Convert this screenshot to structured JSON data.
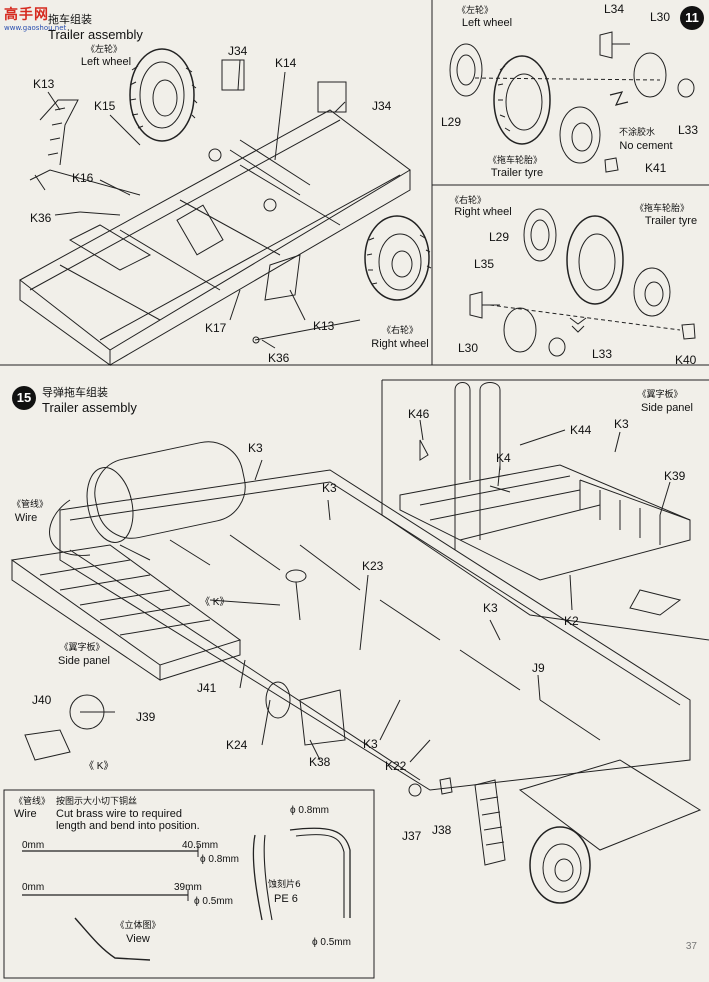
{
  "watermark": {
    "brand": "高手网",
    "url": "www.gaoshou.net"
  },
  "page_number": "37",
  "step14": {
    "title_cn": "拖车组装",
    "title_en": "Trailer assembly",
    "left_wheel_cn": "《左轮》",
    "left_wheel_en": "Left wheel",
    "right_wheel_cn": "《右轮》",
    "right_wheel_en": "Right wheel",
    "parts": {
      "k13a": "K13",
      "k15": "K15",
      "k16": "K16",
      "k36a": "K36",
      "j34a": "J34",
      "k14": "K14",
      "j34b": "J34",
      "k17": "K17",
      "k13b": "K13",
      "k36b": "K36"
    }
  },
  "step11": {
    "number": "11",
    "left_wheel_cn": "《左轮》",
    "left_wheel_en": "Left wheel",
    "tyre_cn": "《拖车轮胎》",
    "tyre_en": "Trailer tyre",
    "no_cement_cn": "不涂胶水",
    "no_cement_en": "No cement",
    "parts": {
      "l34": "L34",
      "l30": "L30",
      "l29": "L29",
      "l33": "L33",
      "k41": "K41"
    }
  },
  "step12": {
    "right_wheel_cn": "《右轮》",
    "right_wheel_en": "Right wheel",
    "tyre_cn": "《拖车轮胎》",
    "tyre_en": "Trailer tyre",
    "parts": {
      "l29": "L29",
      "l35": "L35",
      "l30": "L30",
      "l33": "L33",
      "k40": "K40"
    }
  },
  "step15": {
    "number": "15",
    "title_cn": "导弹拖车组装",
    "title_en": "Trailer assembly",
    "wire_cn": "《管线》",
    "wire_en": "Wire",
    "k_ref": "《 K》",
    "k_ref2": "《 K》",
    "side_panel_cn": "《翼字板》",
    "side_panel_en": "Side panel",
    "parts": {
      "k3a": "K3",
      "k3b": "K3",
      "k23": "K23",
      "k3c": "K3",
      "j9": "J9",
      "j41": "J41",
      "j40": "J40",
      "j39": "J39",
      "k24": "K24",
      "k38": "K38",
      "k3d": "K3",
      "k22": "K22",
      "j37": "J37",
      "j38": "J38"
    }
  },
  "step16": {
    "side_panel_cn": "《翼字板》",
    "side_panel_en": "Side panel",
    "parts": {
      "k46": "K46",
      "k44": "K44",
      "k3": "K3",
      "k4": "K4",
      "k39": "K39",
      "k2": "K2"
    }
  },
  "wire_box": {
    "title_cn": "《管线》",
    "title_en": "Wire",
    "instr_cn": "按图示大小切下铜丝",
    "instr_en1": "Cut brass wire to required",
    "instr_en2": "length and bend into position.",
    "w1_zero": "0mm",
    "w1_len": "40.5mm",
    "w1_dia": "ϕ 0.8mm",
    "w2_zero": "0mm",
    "w2_len": "39mm",
    "w2_dia": "ϕ 0.5mm",
    "top_dia": "ϕ 0.8mm",
    "pe_cn": "蚀刻片6",
    "pe_en": "PE 6",
    "bottom_dia": "ϕ 0.5mm",
    "view_cn": "《立体图》",
    "view_en": "View"
  }
}
